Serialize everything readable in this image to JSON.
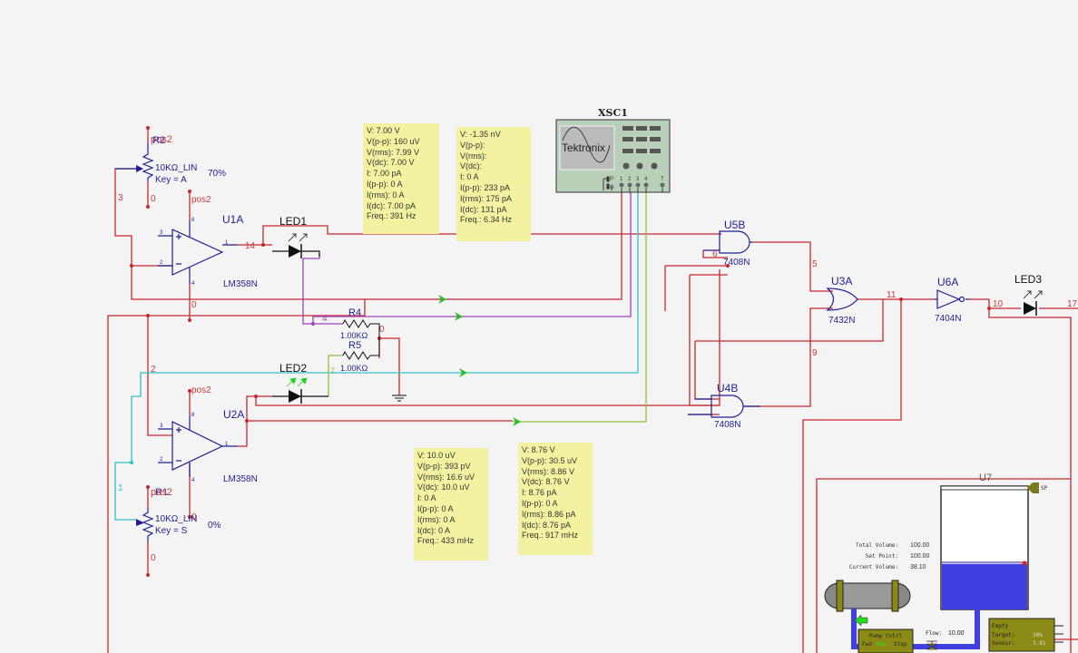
{
  "colors": {
    "wire_red": "#c8282d",
    "wire_purple": "#a040c0",
    "wire_cyan": "#30c0c8",
    "wire_olive": "#90c040",
    "component_blue": "#1e1e96",
    "net_label_red": "#c83c3c",
    "probe_bg": "#f2f2a0",
    "scope_green": "#b8d0b8",
    "tank_fluid": "#4040e0",
    "olive_panel": "#8a8a14"
  },
  "components": {
    "r2": {
      "ref": "R2",
      "value": "10KΩ_LIN",
      "key": "Key = A",
      "setting": "70%",
      "supply": "pos2",
      "gnd": "0",
      "net": "3"
    },
    "r1": {
      "ref": "R1",
      "value": "10KΩ_LIN",
      "key": "Key = S",
      "setting": "0%",
      "supply": "pos2",
      "gnd": "0",
      "net": "1"
    },
    "u1a": {
      "ref": "U1A",
      "part": "LM358N",
      "supply": "pos2",
      "gnd": "0",
      "out_net": "14",
      "pins": [
        "3",
        "2",
        "8",
        "4",
        "1"
      ]
    },
    "u2a": {
      "ref": "U2A",
      "part": "LM358N",
      "supply": "pos2",
      "gnd": "0",
      "pins": [
        "3",
        "2",
        "8",
        "4",
        "1"
      ],
      "net": "2"
    },
    "led1": {
      "ref": "LED1"
    },
    "led2": {
      "ref": "LED2",
      "net": "7"
    },
    "led3": {
      "ref": "LED3",
      "net_in": "10",
      "net_out": "17"
    },
    "r4": {
      "ref": "R4",
      "value": "1.00KΩ",
      "net": "4",
      "gnd_net": "0"
    },
    "r5": {
      "ref": "R5",
      "value": "1.00KΩ"
    },
    "u5b": {
      "ref": "U5B",
      "part": "7408N",
      "net": "6",
      "out_net": "5"
    },
    "u3a": {
      "ref": "U3A",
      "part": "7432N",
      "out_net": "11",
      "in_net": "9"
    },
    "u4b": {
      "ref": "U4B",
      "part": "7408N"
    },
    "u6a": {
      "ref": "U6A",
      "part": "7404N"
    },
    "xsc1": {
      "ref": "XSC1",
      "brand": "Tektronix",
      "pins": [
        "1",
        "2",
        "3",
        "4",
        "T"
      ],
      "side_pins": [
        "P",
        "G"
      ]
    },
    "u7": {
      "ref": "U7",
      "sp_label": "SP"
    }
  },
  "probes": [
    {
      "lines": [
        "V: 7.00 V",
        "V(p-p): 160 uV",
        "V(rms): 7.99 V",
        "V(dc): 7.00 V",
        "I: 7.00 pA",
        "I(p-p): 0 A",
        "I(rms): 0 A",
        "I(dc): 7.00 pA",
        "Freq.: 391 Hz"
      ]
    },
    {
      "lines": [
        "V: -1.35 nV",
        "V(p-p):",
        "V(rms):",
        "V(dc):",
        "I: 0 A",
        "I(p-p): 233 pA",
        "I(rms): 175 pA",
        "I(dc): 131 pA",
        "Freq.: 6.34 Hz"
      ]
    },
    {
      "lines": [
        "V: 10.0 uV",
        "V(p-p): 393 pV",
        "V(rms): 16.6 uV",
        "V(dc): 10.0 uV",
        "I: 0 A",
        "I(p-p): 0 A",
        "I(rms): 0 A",
        "I(dc): 0 A",
        "Freq.: 433 mHz"
      ]
    },
    {
      "lines": [
        "V: 8.76 V",
        "V(p-p): 30.5 uV",
        "V(rms): 8.86 V",
        "V(dc): 8.76 V",
        "I: 8.76 pA",
        "I(p-p): 0 A",
        "I(rms): 8.86 pA",
        "I(dc): 8.76 pA",
        "Freq.: 917 mHz"
      ]
    }
  ],
  "tank": {
    "total_volume_label": "Total Volume:",
    "total_volume": "100.00",
    "set_point_label": "Set Point:",
    "set_point": "100.00",
    "current_volume_label": "Current Volume:",
    "current_volume": "38.10",
    "fill_fraction": 0.381,
    "flow_label": "Flow:",
    "flow": "10.00",
    "pump_title": "Pump Cntrl",
    "pump_buttons": [
      "Fwd",
      "Rev",
      "Stop"
    ],
    "status_title": "Empty",
    "target_label": "Target:",
    "target": "38%",
    "sensor_label": "Sensor:",
    "sensor": "3.81"
  }
}
